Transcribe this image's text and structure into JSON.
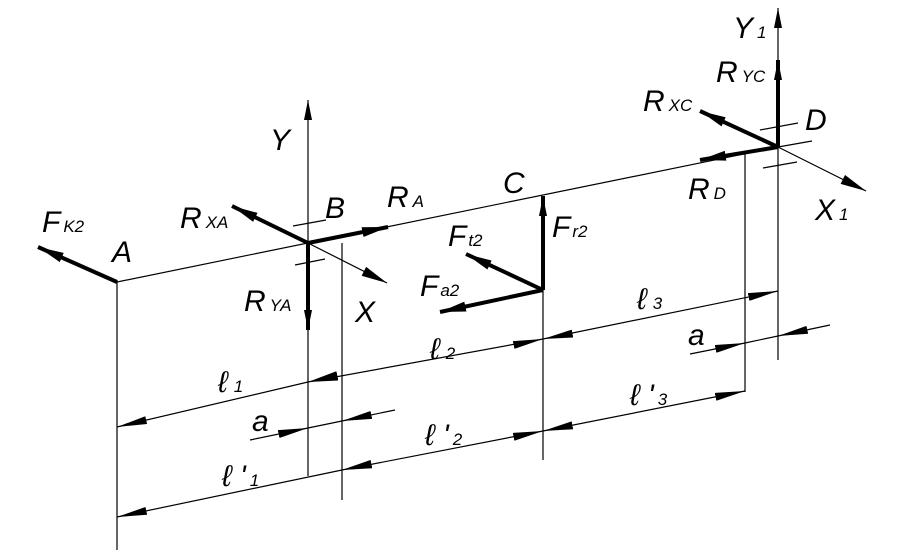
{
  "points": {
    "A": "A",
    "B": "B",
    "C": "C",
    "D": "D"
  },
  "axes": {
    "Y": "Y",
    "X": "X",
    "Y1": "Y",
    "Y1_sub": "1",
    "X1": "X",
    "X1_sub": "1"
  },
  "forces": {
    "FK2": {
      "main": "F",
      "sub": "K2"
    },
    "RXA": {
      "main": "R",
      "sub": "XA"
    },
    "RA": {
      "main": "R",
      "sub": "A"
    },
    "RYA": {
      "main": "R",
      "sub": "YA"
    },
    "Ft2": {
      "main": "F",
      "sub": "t2"
    },
    "Fr2": {
      "main": "F",
      "sub": "r2"
    },
    "Fa2": {
      "main": "F",
      "sub": "a2"
    },
    "RYC": {
      "main": "R",
      "sub": "YC"
    },
    "RXC": {
      "main": "R",
      "sub": "XC"
    },
    "RD": {
      "main": "R",
      "sub": "D"
    }
  },
  "dimensions": {
    "l1": {
      "main": "ℓ",
      "sub": "1"
    },
    "l2": {
      "main": "ℓ",
      "sub": "2"
    },
    "l3": {
      "main": "ℓ",
      "sub": "3"
    },
    "a_right": "a",
    "a_left": "a",
    "l1p": {
      "main": "ℓ '",
      "sub": "1"
    },
    "l2p": {
      "main": "ℓ '",
      "sub": "2"
    },
    "l3p": {
      "main": "ℓ '",
      "sub": "3"
    }
  }
}
